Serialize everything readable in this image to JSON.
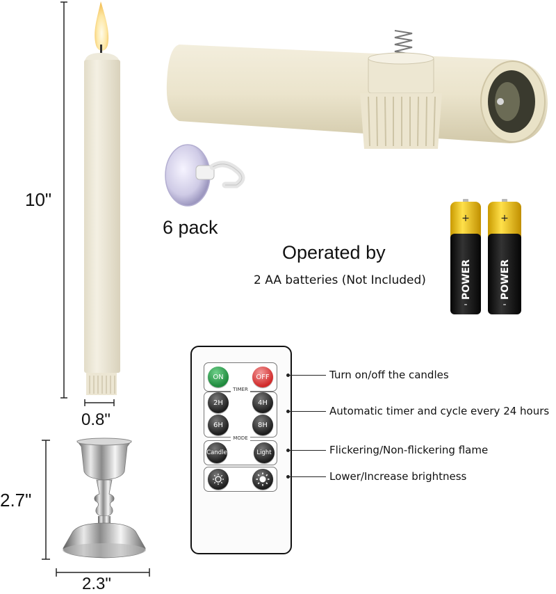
{
  "dimensions": {
    "candle_height": "10\"",
    "candle_width": "0.8\"",
    "holder_height": "2.7\"",
    "holder_width": "2.3\""
  },
  "suction_cup": {
    "caption": "6 pack"
  },
  "battery": {
    "heading": "Operated by",
    "subheading": "2 AA batteries (Not Included)",
    "brand_text": "POWER"
  },
  "remote": {
    "on_label": "ON",
    "off_label": "OFF",
    "timer_title": "TIMER",
    "timer_2h": "2H",
    "timer_4h": "4H",
    "timer_6h": "6H",
    "timer_8h": "8H",
    "mode_title": "MODE",
    "candle_label": "Candle",
    "light_label": "Light"
  },
  "callouts": {
    "power": "Turn on/off the candles",
    "timer": "Automatic timer and cycle every 24 hours",
    "mode": "Flickering/Non-flickering flame",
    "brightness": "Lower/Increase brightness"
  },
  "colors": {
    "candle_body": "#efeadb",
    "button_on": "#1f8a3d",
    "button_off": "#d12a2a",
    "battery_yellow": "#f2c200"
  }
}
